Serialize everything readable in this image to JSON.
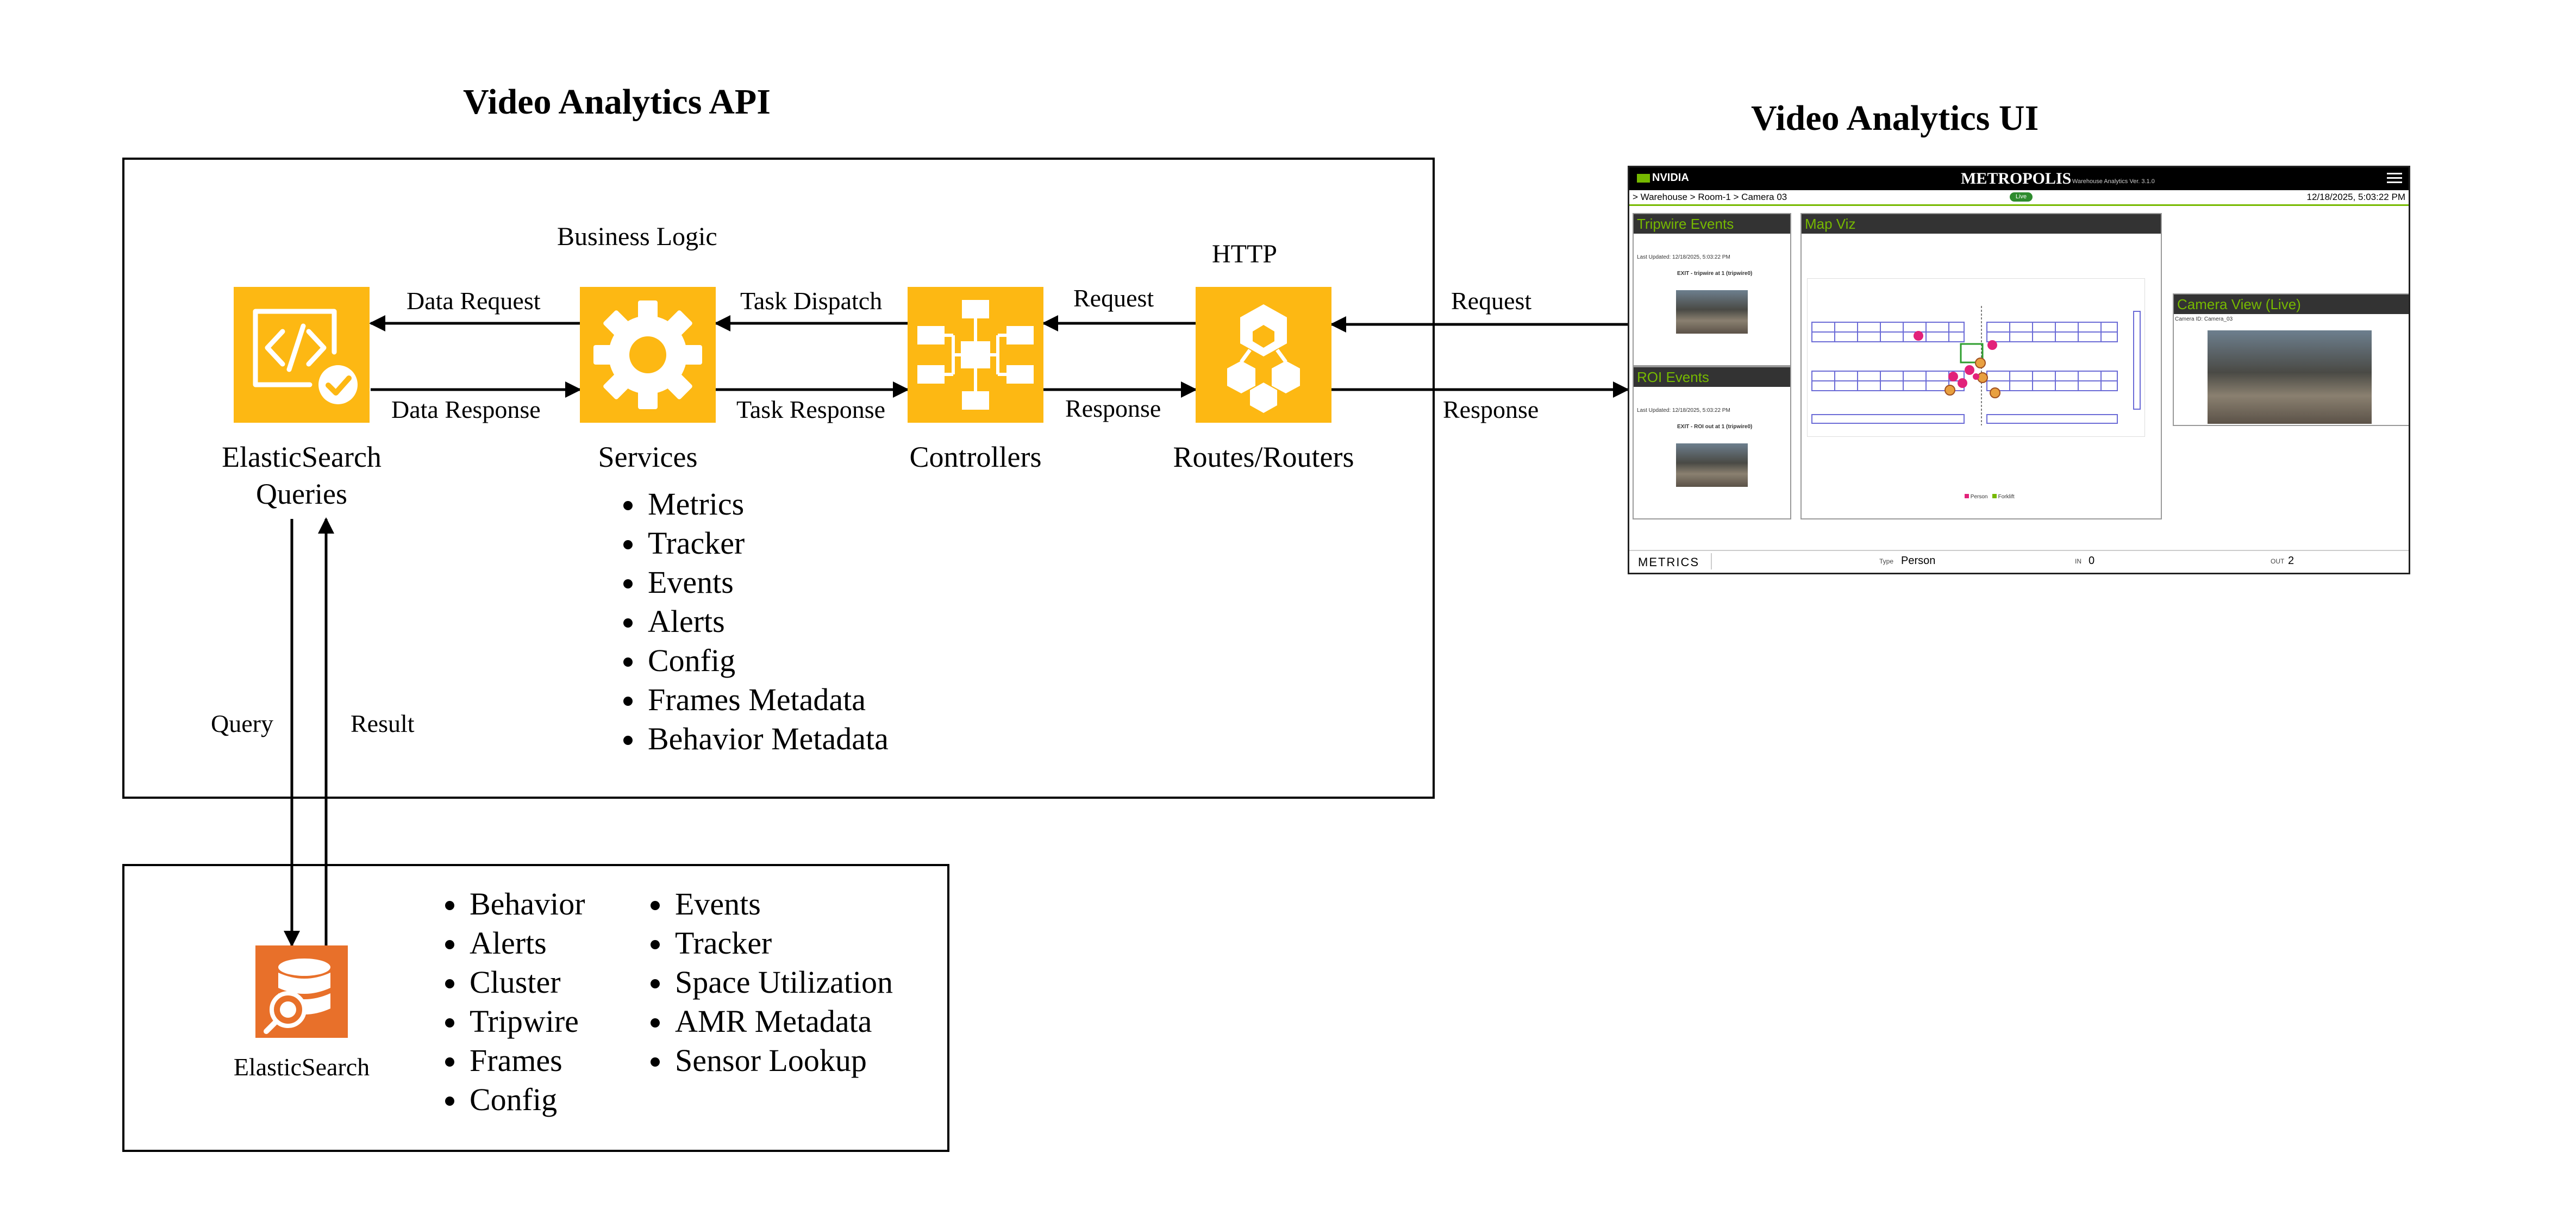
{
  "api_title": "Video Analytics API",
  "ui_title": "Video Analytics UI",
  "business_logic_label": "Business Logic",
  "http_label": "HTTP",
  "components": {
    "es_queries": "ElasticSearch\nQueries",
    "services": "Services",
    "controllers": "Controllers",
    "routes": "Routes/Routers",
    "elasticsearch": "ElasticSearch"
  },
  "arrows": {
    "data_request": "Data Request",
    "data_response": "Data Response",
    "task_dispatch": "Task Dispatch",
    "task_response": "Task Response",
    "request_inner": "Request",
    "response_inner": "Response",
    "request_outer": "Request",
    "response_outer": "Response",
    "query": "Query",
    "result": "Result"
  },
  "services_list": [
    "Metrics",
    "Tracker",
    "Events",
    "Alerts",
    "Config",
    "Frames Metadata",
    "Behavior Metadata"
  ],
  "es_list_left": [
    "Behavior",
    "Alerts",
    "Cluster",
    "Tripwire",
    "Frames",
    "Config"
  ],
  "es_list_right": [
    "Events",
    "Tracker",
    "Space Utilization",
    "AMR Metadata",
    "Sensor Lookup"
  ],
  "colors": {
    "icon_yellow": "#FDB813",
    "es_orange": "#E8702A",
    "nvidia_green": "#76b900"
  },
  "ui": {
    "brand": "NVIDIA",
    "app_title": "METROPOLIS",
    "app_subtitle": "Warehouse Analytics Ver. 3.1.0",
    "breadcrumb": "> Warehouse > Room-1 > Camera 03",
    "live_badge": "Live",
    "datetime": "12/18/2025, 5:03:22 PM",
    "tripwire_title": "Tripwire Events",
    "roi_title": "ROI Events",
    "map_title": "Map Viz",
    "camera_title": "Camera View (Live)",
    "camera_sub": "Camera ID: Camera_03",
    "last_updated_1": "Last Updated: 12/18/2025, 5:03:22 PM",
    "last_updated_2": "Last Updated: 12/18/2025, 5:03:22 PM",
    "event_1": "EXIT - tripwire at 1 (tripwire0)",
    "event_2": "EXIT - ROI out at 1 (tripwire0)",
    "metrics_label": "METRICS",
    "type_key": "Type",
    "type_value": "Person",
    "in_key": "IN",
    "in_value": "0",
    "out_key": "OUT",
    "out_value": "2",
    "legend_1": "Person",
    "legend_2": "Forklift"
  }
}
